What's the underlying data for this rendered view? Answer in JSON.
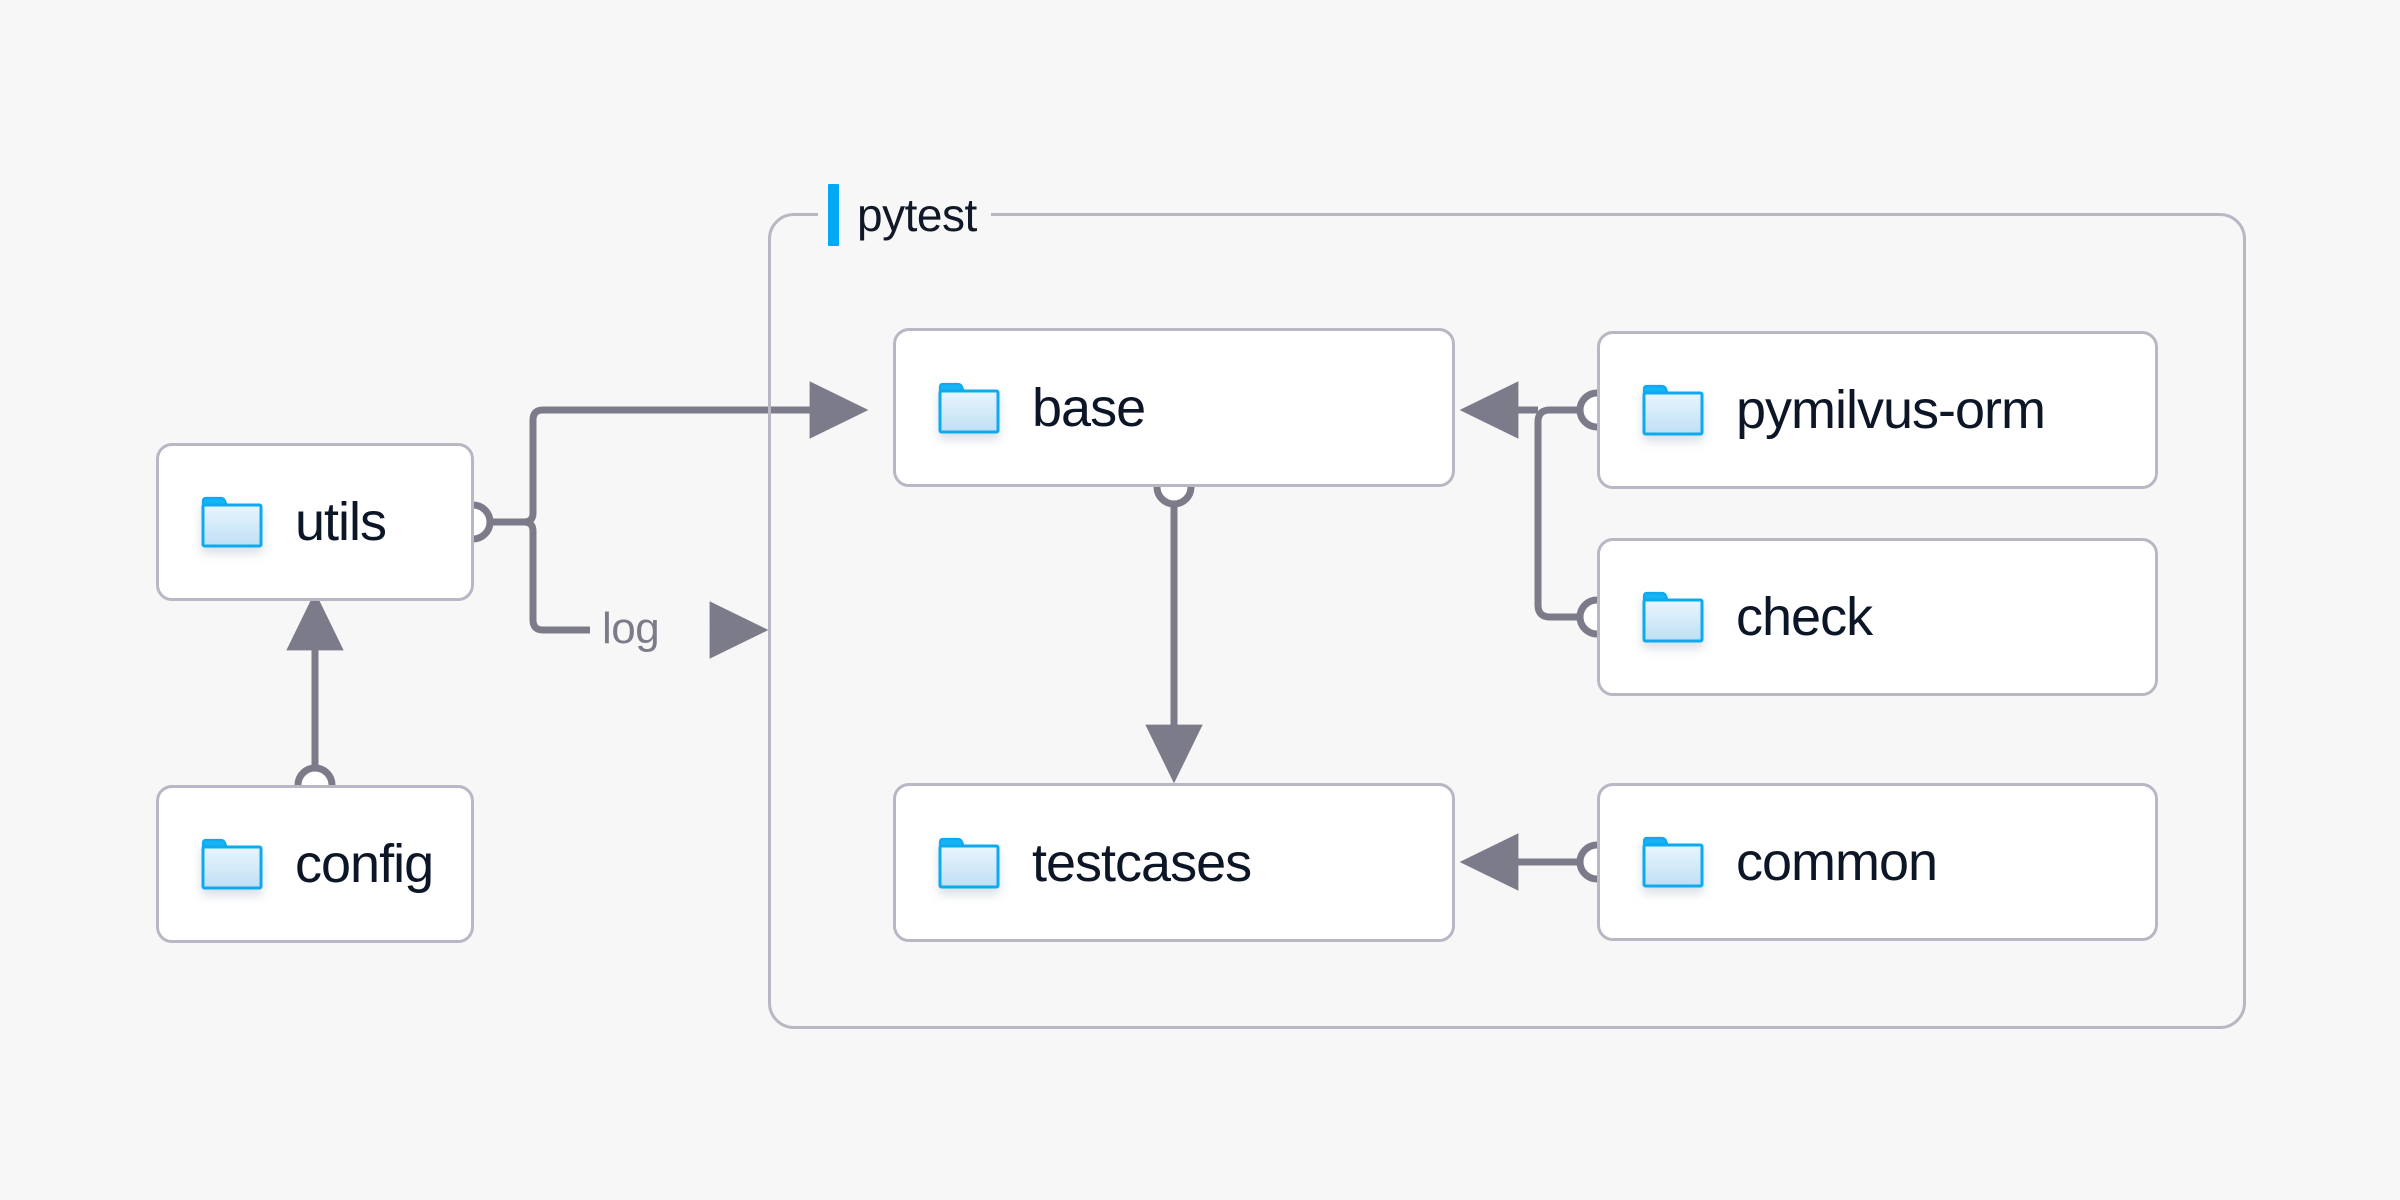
{
  "diagram": {
    "title_group": {
      "label": "pytest",
      "accent_color": "#03a9f4"
    },
    "colors": {
      "background": "#f7f7f7",
      "node_fill": "#ffffff",
      "node_border": "#b9b7c4",
      "node_text": "#0c1627",
      "edge": "#7c7b8a",
      "folder_border": "#0eaaf0",
      "folder_fill_top": "#ddeffb",
      "folder_fill_bottom": "#bfe0f5",
      "accent": "#03a9f4"
    },
    "nodes": [
      {
        "id": "utils",
        "label": "utils",
        "icon": "folder-icon",
        "inside_group": false
      },
      {
        "id": "config",
        "label": "config",
        "icon": "folder-icon",
        "inside_group": false
      },
      {
        "id": "base",
        "label": "base",
        "icon": "folder-icon",
        "inside_group": true
      },
      {
        "id": "testcases",
        "label": "testcases",
        "icon": "folder-icon",
        "inside_group": true
      },
      {
        "id": "pymilvus-orm",
        "label": "pymilvus-orm",
        "icon": "folder-icon",
        "inside_group": true
      },
      {
        "id": "check",
        "label": "check",
        "icon": "folder-icon",
        "inside_group": true
      },
      {
        "id": "common",
        "label": "common",
        "icon": "folder-icon",
        "inside_group": true
      }
    ],
    "edges": [
      {
        "id": "config-to-utils",
        "from": "config",
        "to": "utils",
        "label": ""
      },
      {
        "id": "utils-to-base",
        "from": "utils",
        "to": "base",
        "label": ""
      },
      {
        "id": "utils-to-pytest-log",
        "from": "utils",
        "to": "pytest",
        "label": "log"
      },
      {
        "id": "base-to-testcases",
        "from": "base",
        "to": "testcases",
        "label": ""
      },
      {
        "id": "pymilvus-orm-to-base",
        "from": "pymilvus-orm",
        "to": "base",
        "label": ""
      },
      {
        "id": "check-to-base",
        "from": "check",
        "to": "base",
        "label": ""
      },
      {
        "id": "common-to-testcases",
        "from": "common",
        "to": "testcases",
        "label": ""
      }
    ],
    "edge_labels": {
      "log": "log"
    }
  }
}
